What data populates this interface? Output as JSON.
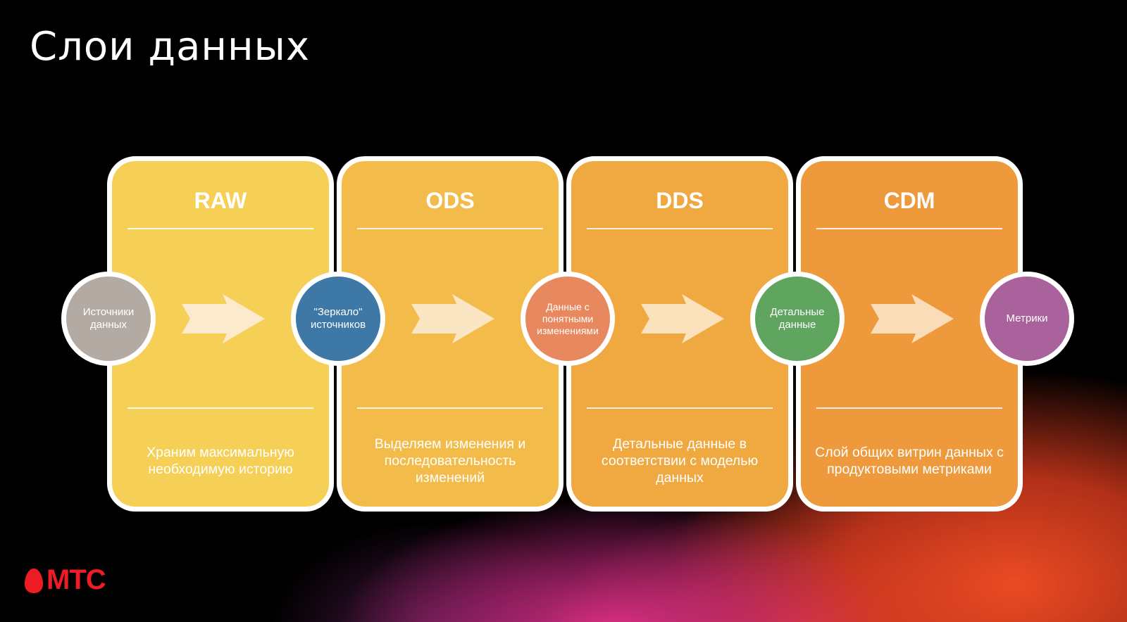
{
  "slide": {
    "title": "Слои данных"
  },
  "layers": [
    {
      "name": "RAW",
      "description": "Храним максимальную необходимую историю",
      "color": "#f6cf57"
    },
    {
      "name": "ODS",
      "description": "Выделяем изменения и последовательность изменений",
      "color": "#f3bb4a"
    },
    {
      "name": "DDS",
      "description": "Детальные данные в соответствии с моделью данных",
      "color": "#f0a940"
    },
    {
      "name": "CDM",
      "description": "Слой общих витрин данных с продуктовыми метриками",
      "color": "#ee9a3c"
    }
  ],
  "nodes": [
    {
      "label": "Источники\nданных",
      "color": "#b4aaa4"
    },
    {
      "label": "\"Зеркало\"\nисточников",
      "color": "#3e78a6"
    },
    {
      "label": "Данные с\nпонятными\nизменениями",
      "color": "#e8885e"
    },
    {
      "label": "Детальные\nданные",
      "color": "#5fa55f"
    },
    {
      "label": "Метрики",
      "color": "#a9629b"
    }
  ],
  "brand": {
    "logo_text": "МТС",
    "color": "#ee1c25"
  },
  "icons": {
    "arrow": "chevron-arrow-icon",
    "logo": "mts-egg-logo"
  }
}
